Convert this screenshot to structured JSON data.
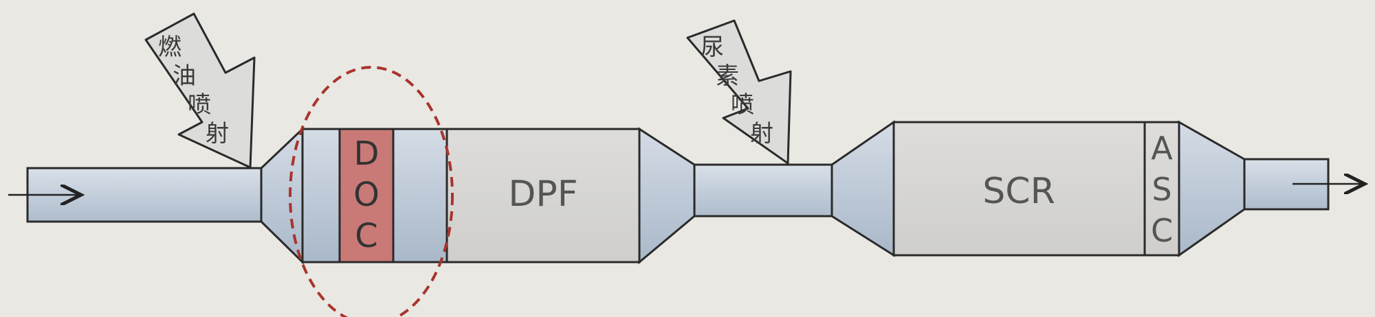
{
  "labels": {
    "fuel_injection": [
      "燃",
      "油",
      "喷",
      "射"
    ],
    "urea_injection": [
      "尿",
      "素",
      "喷",
      "射"
    ],
    "doc": [
      "D",
      "O",
      "C"
    ],
    "dpf": "DPF",
    "scr": "SCR",
    "asc": [
      "A",
      "S",
      "C"
    ]
  },
  "colors": {
    "background": "#e9e8e3",
    "pipe_fill": "#c9d3de",
    "pipe_edge": "#2a2a2a",
    "doc_fill": "#c97a76",
    "dpf_fill": "#d6d5d3",
    "scr_fill": "#d6d5d3",
    "highlight_ellipse": "#a8342c"
  }
}
